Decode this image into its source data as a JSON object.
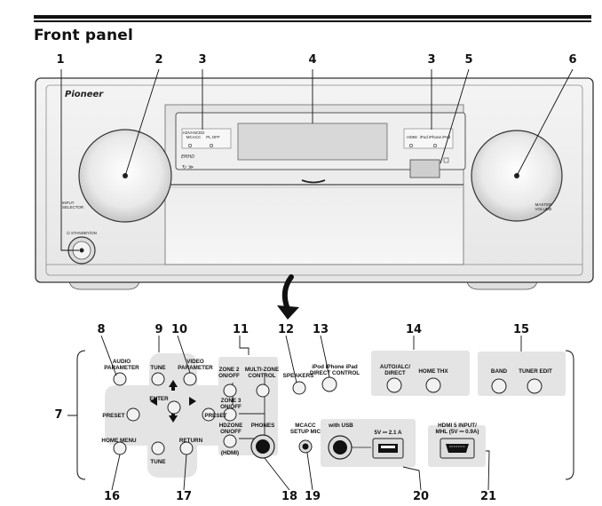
{
  "section_title": "Front panel",
  "brand": "Pioneer",
  "callouts": [
    "1",
    "2",
    "3",
    "4",
    "3",
    "5",
    "6",
    "7",
    "8",
    "9",
    "10",
    "11",
    "12",
    "13",
    "14",
    "15",
    "16",
    "17",
    "18",
    "19",
    "20",
    "21"
  ],
  "panel_labels": {
    "advanced_mcacc": "ADVANCED\nMCACC",
    "pl_off": "PL OFF",
    "hdmi": "HDMI",
    "ipod_iphone_ipad": "iPod iPhone iPad",
    "input_selector": "INPUT\nSELECTOR",
    "standby_on": "⏻ STANDBY/ON",
    "master_volume": "MASTER\nVOLUME"
  },
  "buttons": {
    "audio_parameter": "AUDIO\nPARAMETER",
    "tune_top": "TUNE",
    "video_parameter": "VIDEO\nPARAMETER",
    "enter": "ENTER",
    "preset_left": "PRESET",
    "preset_right": "PRESET",
    "tune_bottom": "TUNE",
    "home_menu": "HOME MENU",
    "return": "RETURN",
    "zone2": "ZONE 2\nON/OFF",
    "multizone": "MULTI-ZONE\nCONTROL",
    "zone3": "ZONE 3\nON/OFF",
    "hdzone": "HDZONE\nON/OFF",
    "hdmi_note": "(HDMI)",
    "speakers": "SPEAKERS",
    "ipod_direct": "iPod iPhone iPad\nDIRECT CONTROL",
    "auto_alc_direct": "AUTO/ALC/\nDIRECT",
    "home_thx": "HOME THX",
    "band": "BAND",
    "tuner_edit": "TUNER EDIT",
    "phones": "PHONES",
    "mcacc_setup_mic": "MCACC\nSETUP MIC",
    "with_usb": "with USB",
    "usb_power": "5V ⎓ 2.1 A",
    "hdmi5": "HDMI 5 INPUT/\nMHL (5V ⎓ 0.9A)"
  }
}
